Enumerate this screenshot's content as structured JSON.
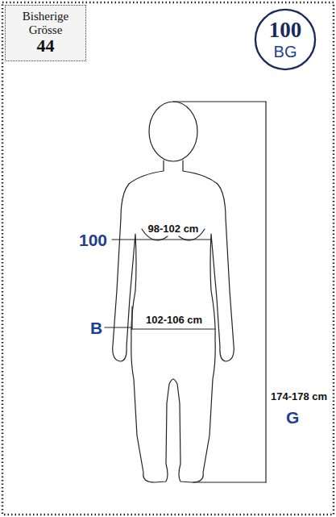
{
  "diagram": {
    "nodes": [
      {
        "text": [
          "Bisherige Grösse",
          "44"
        ]
      },
      {
        "text": [
          "100",
          "BG"
        ]
      }
    ],
    "labels": [
      "98-102 cm",
      "100",
      "102-106 cm",
      "B",
      "174-178 cm",
      "G"
    ]
  }
}
